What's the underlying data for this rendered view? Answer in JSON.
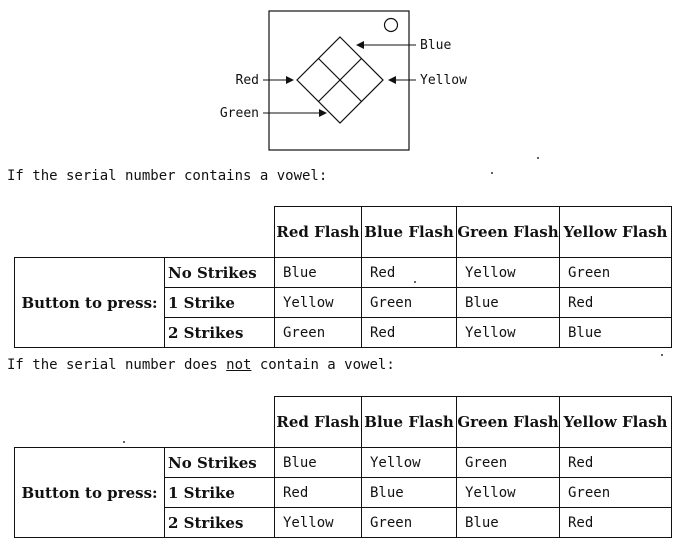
{
  "diagram": {
    "labels": {
      "blue": "Blue",
      "yellow": "Yellow",
      "red": "Red",
      "green": "Green"
    }
  },
  "section1": {
    "heading": "If the serial number contains a vowel:",
    "columns": [
      "Red Flash",
      "Blue Flash",
      "Green Flash",
      "Yellow Flash"
    ],
    "row_group": "Button to press:",
    "rows": [
      {
        "label": "No Strikes",
        "cells": [
          "Blue",
          "Red",
          "Yellow",
          "Green"
        ]
      },
      {
        "label": "1 Strike",
        "cells": [
          "Yellow",
          "Green",
          "Blue",
          "Red"
        ]
      },
      {
        "label": "2 Strikes",
        "cells": [
          "Green",
          "Red",
          "Yellow",
          "Blue"
        ]
      }
    ]
  },
  "section2": {
    "heading_pre": "If the serial number does ",
    "heading_emph": "not",
    "heading_post": " contain a vowel:",
    "columns": [
      "Red Flash",
      "Blue Flash",
      "Green Flash",
      "Yellow Flash"
    ],
    "row_group": "Button to press:",
    "rows": [
      {
        "label": "No Strikes",
        "cells": [
          "Blue",
          "Yellow",
          "Green",
          "Red"
        ]
      },
      {
        "label": "1 Strike",
        "cells": [
          "Red",
          "Blue",
          "Yellow",
          "Green"
        ]
      },
      {
        "label": "2 Strikes",
        "cells": [
          "Yellow",
          "Green",
          "Blue",
          "Red"
        ]
      }
    ]
  }
}
